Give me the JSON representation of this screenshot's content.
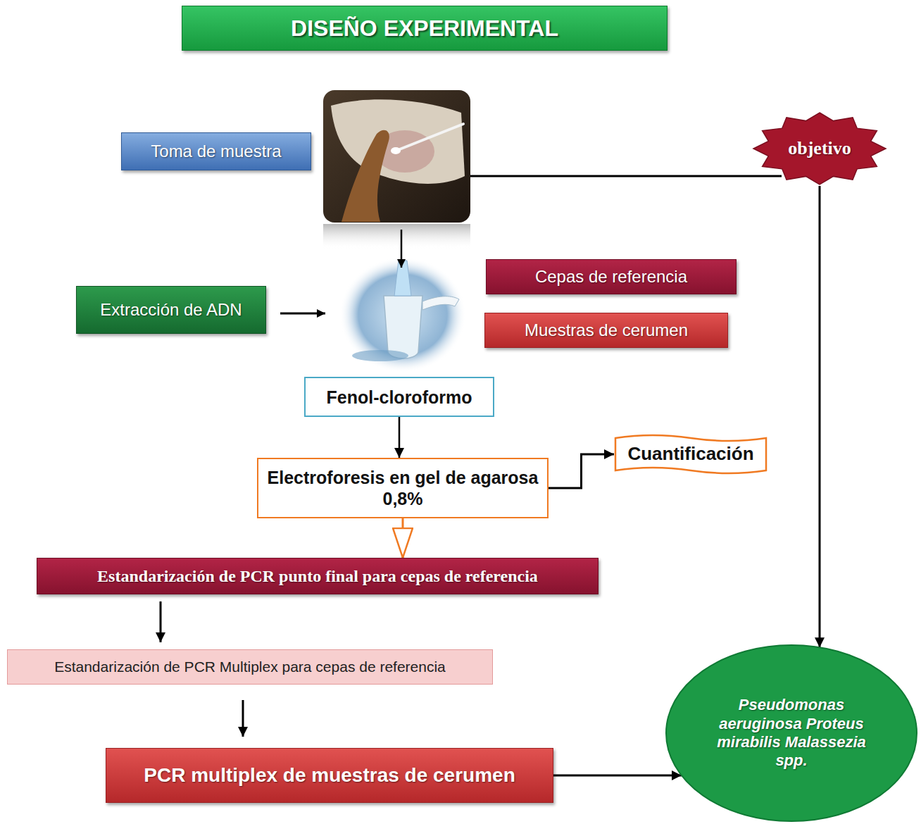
{
  "diagram": {
    "title": "DISEÑO EXPERIMENTAL",
    "nodes": [
      {
        "text": [
          "Toma de muestra"
        ]
      },
      {
        "text": [
          "objetivo"
        ]
      },
      {
        "text": [
          "Extracción de ADN"
        ]
      },
      {
        "text": [
          "Cepas de referencia"
        ]
      },
      {
        "text": [
          "Muestras de cerumen"
        ]
      },
      {
        "text": [
          "Fenol-cloroformo"
        ]
      },
      {
        "text": [
          "Cuantificación"
        ]
      },
      {
        "text": [
          "Electroforesis en gel de agarosa 0,8%"
        ]
      },
      {
        "text": [
          "Estandarización de PCR punto final para cepas de referencia"
        ]
      },
      {
        "text": [
          "Estandarización de PCR Multiplex para cepas de referencia"
        ]
      },
      {
        "text": [
          "PCR multiplex de muestras de cerumen"
        ]
      },
      {
        "text": [
          "Pseudomonas aeruginosa Proteus mirabilis Malassezia spp."
        ]
      }
    ],
    "edges": [
      {
        "from": 5,
        "to": 7,
        "arrow": "to"
      },
      {
        "from": 7,
        "to": 6,
        "arrow": "to"
      },
      {
        "from": 7,
        "to": 8,
        "arrow": "to"
      },
      {
        "from": 8,
        "to": 9,
        "arrow": "to"
      },
      {
        "from": 9,
        "to": 10,
        "arrow": "to"
      },
      {
        "from": 10,
        "to": 11,
        "arrow": "to"
      },
      {
        "from": 1,
        "to": 11,
        "arrow": "to"
      }
    ]
  }
}
